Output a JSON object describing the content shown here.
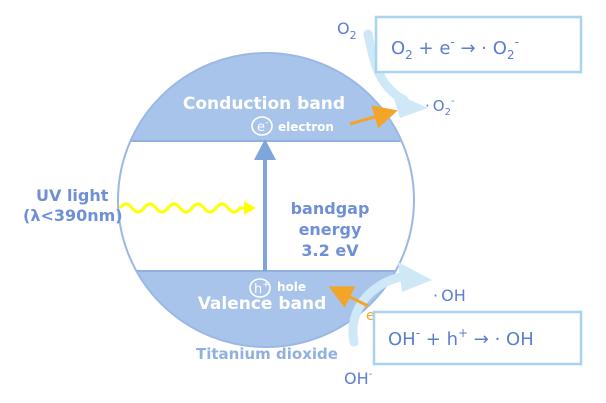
{
  "bands": {
    "conduction": "Conduction band",
    "valence": "Valence band"
  },
  "material": "Titanium dioxide",
  "electron": {
    "symbol": "e",
    "sup": "-",
    "label": "electron"
  },
  "hole": {
    "symbol": "h",
    "sup": "+",
    "label": "hole"
  },
  "uv": {
    "line1": "UV light",
    "line2": "(λ<390nm)"
  },
  "bandgap": {
    "line1": "bandgap",
    "line2": "energy",
    "line3": "3.2 eV"
  },
  "species": {
    "o2": {
      "base": "O",
      "sub": "2"
    },
    "superoxide": {
      "dot": "·",
      "base": "O",
      "sub": "2",
      "sup": "-"
    },
    "oh_radical": {
      "dot": "·",
      "base": "OH"
    },
    "hydroxide": {
      "base": "OH",
      "sup": "-"
    },
    "e_minus": {
      "base": "e",
      "sup": "-"
    }
  },
  "reactions": {
    "r1": {
      "a": "O",
      "a_sub": "2",
      "plus": " + ",
      "b": "e",
      "b_sup": "-",
      "arrow": " → ",
      "dot": " · ",
      "c": "O",
      "c_sub": "2",
      "c_sup": "-"
    },
    "r2": {
      "a": "OH",
      "a_sup": "-",
      "plus": " + ",
      "b": "h",
      "b_sup": "+",
      "arrow": " → ",
      "dot": " · ",
      "c": "OH"
    }
  },
  "colors": {
    "band_fill": "#a9c4ea",
    "band_text": "#ffffff",
    "label_blue": "#5b7fce",
    "uv_yellow": "#ffff00",
    "uv_text": "#6f8fd6",
    "orange": "#f2a529",
    "light_arrow": "#cfe8f8",
    "box_border": "#a8d4ee",
    "arrow_blue": "#7ea6dc"
  }
}
